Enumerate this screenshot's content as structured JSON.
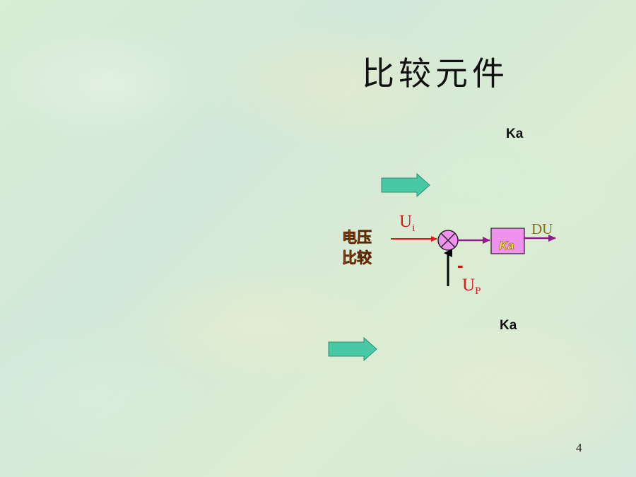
{
  "slide": {
    "title": "比较元件",
    "ka_label_upper": "Ka",
    "ka_label_lower": "Ka",
    "page_number": "4"
  },
  "diagram": {
    "left_label_line1": "电压",
    "left_label_line2": "比较",
    "input_signal": "U",
    "input_subscript": "i",
    "feedback_signal": "U",
    "feedback_subscript": "P",
    "feedback_sign": "-",
    "block_label": "Ka",
    "output_signal": "DU"
  },
  "colors": {
    "input_arrow": "#e01818",
    "output_arrow": "#8e1d8a",
    "block_fill": "#ee92ee",
    "summing_fill": "#ee92ee",
    "feedback_arrow": "#000000",
    "pointer_arrow_fill": "#47c9a6",
    "left_label": "#e8730c"
  }
}
